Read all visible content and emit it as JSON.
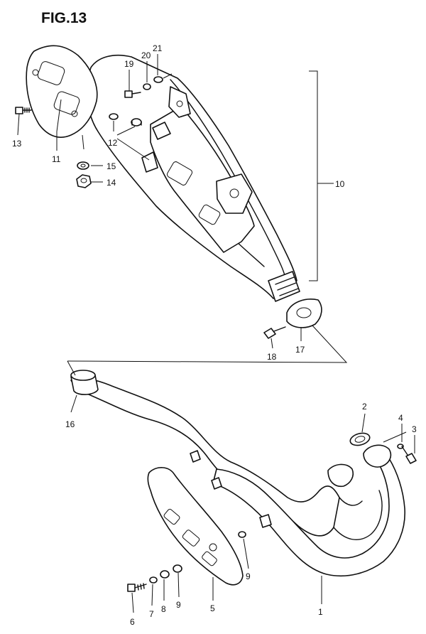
{
  "figure": {
    "title": "FIG.13"
  },
  "callouts": [
    {
      "id": "c1",
      "text": "1"
    },
    {
      "id": "c2",
      "text": "2"
    },
    {
      "id": "c3",
      "text": "3"
    },
    {
      "id": "c4",
      "text": "4"
    },
    {
      "id": "c5",
      "text": "5"
    },
    {
      "id": "c6",
      "text": "6"
    },
    {
      "id": "c7",
      "text": "7"
    },
    {
      "id": "c8",
      "text": "8"
    },
    {
      "id": "c9a",
      "text": "9"
    },
    {
      "id": "c9b",
      "text": "9"
    },
    {
      "id": "c10",
      "text": "10"
    },
    {
      "id": "c11",
      "text": "11"
    },
    {
      "id": "c12",
      "text": "12"
    },
    {
      "id": "c13",
      "text": "13"
    },
    {
      "id": "c14",
      "text": "14"
    },
    {
      "id": "c15",
      "text": "15"
    },
    {
      "id": "c16",
      "text": "16"
    },
    {
      "id": "c17",
      "text": "17"
    },
    {
      "id": "c18",
      "text": "18"
    },
    {
      "id": "c19",
      "text": "19"
    },
    {
      "id": "c20",
      "text": "20"
    },
    {
      "id": "c21",
      "text": "21"
    }
  ]
}
